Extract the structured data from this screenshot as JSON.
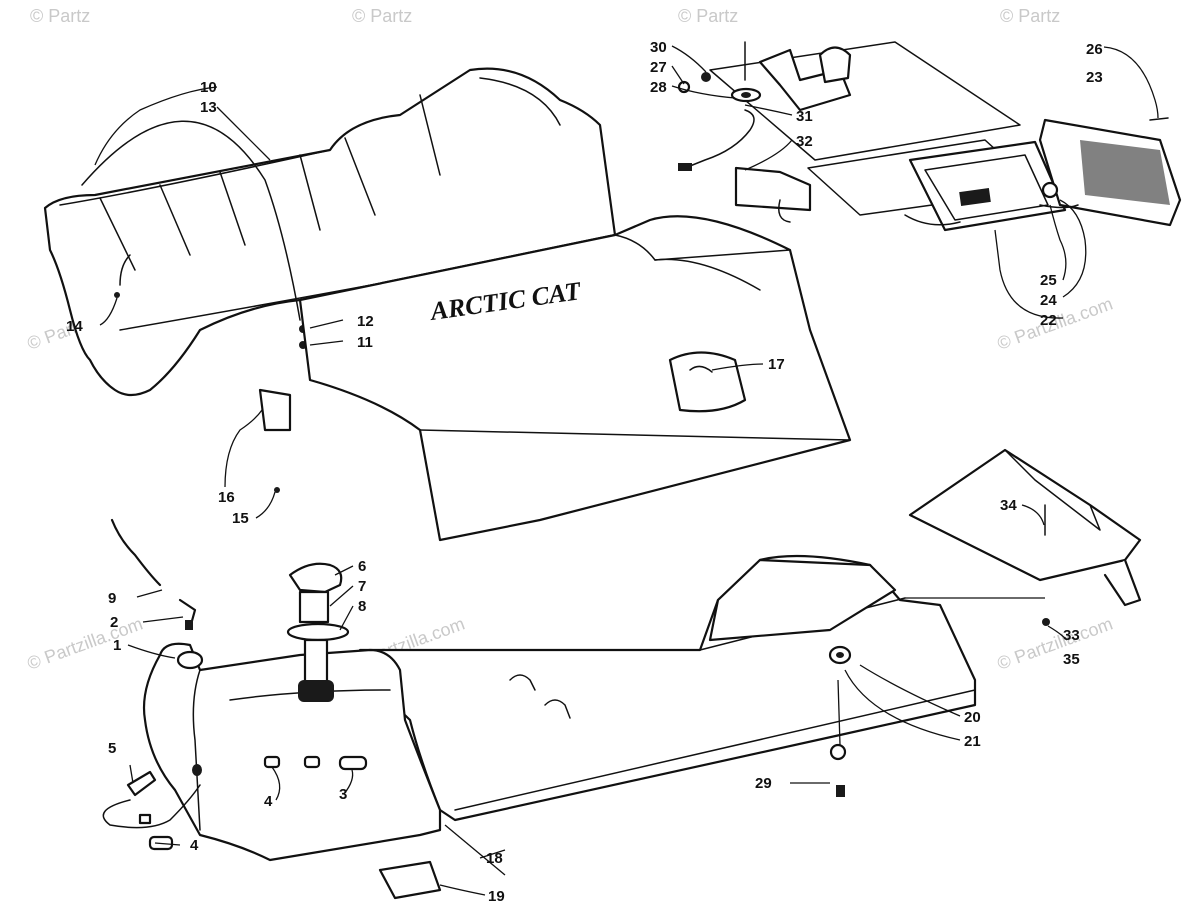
{
  "watermark": {
    "text": "© Partzilla.com",
    "text_short": "© Partz"
  },
  "brand_decal": "ARCTIC CAT",
  "callouts": [
    {
      "id": "c1",
      "label": "1"
    },
    {
      "id": "c2",
      "label": "2"
    },
    {
      "id": "c3",
      "label": "3"
    },
    {
      "id": "c4a",
      "label": "4"
    },
    {
      "id": "c4b",
      "label": "4"
    },
    {
      "id": "c5",
      "label": "5"
    },
    {
      "id": "c6",
      "label": "6"
    },
    {
      "id": "c7",
      "label": "7"
    },
    {
      "id": "c8",
      "label": "8"
    },
    {
      "id": "c9",
      "label": "9"
    },
    {
      "id": "c10",
      "label": "10"
    },
    {
      "id": "c11",
      "label": "11"
    },
    {
      "id": "c12",
      "label": "12"
    },
    {
      "id": "c13",
      "label": "13"
    },
    {
      "id": "c14",
      "label": "14"
    },
    {
      "id": "c15",
      "label": "15"
    },
    {
      "id": "c16",
      "label": "16"
    },
    {
      "id": "c17",
      "label": "17"
    },
    {
      "id": "c18",
      "label": "18"
    },
    {
      "id": "c19",
      "label": "19"
    },
    {
      "id": "c20",
      "label": "20"
    },
    {
      "id": "c21",
      "label": "21"
    },
    {
      "id": "c22",
      "label": "22"
    },
    {
      "id": "c23",
      "label": "23"
    },
    {
      "id": "c24",
      "label": "24"
    },
    {
      "id": "c25",
      "label": "25"
    },
    {
      "id": "c26",
      "label": "26"
    },
    {
      "id": "c27",
      "label": "27"
    },
    {
      "id": "c28",
      "label": "28"
    },
    {
      "id": "c29",
      "label": "29"
    },
    {
      "id": "c30",
      "label": "30"
    },
    {
      "id": "c31",
      "label": "31"
    },
    {
      "id": "c32",
      "label": "32"
    },
    {
      "id": "c33",
      "label": "33"
    },
    {
      "id": "c34",
      "label": "34"
    },
    {
      "id": "c35",
      "label": "35"
    }
  ]
}
